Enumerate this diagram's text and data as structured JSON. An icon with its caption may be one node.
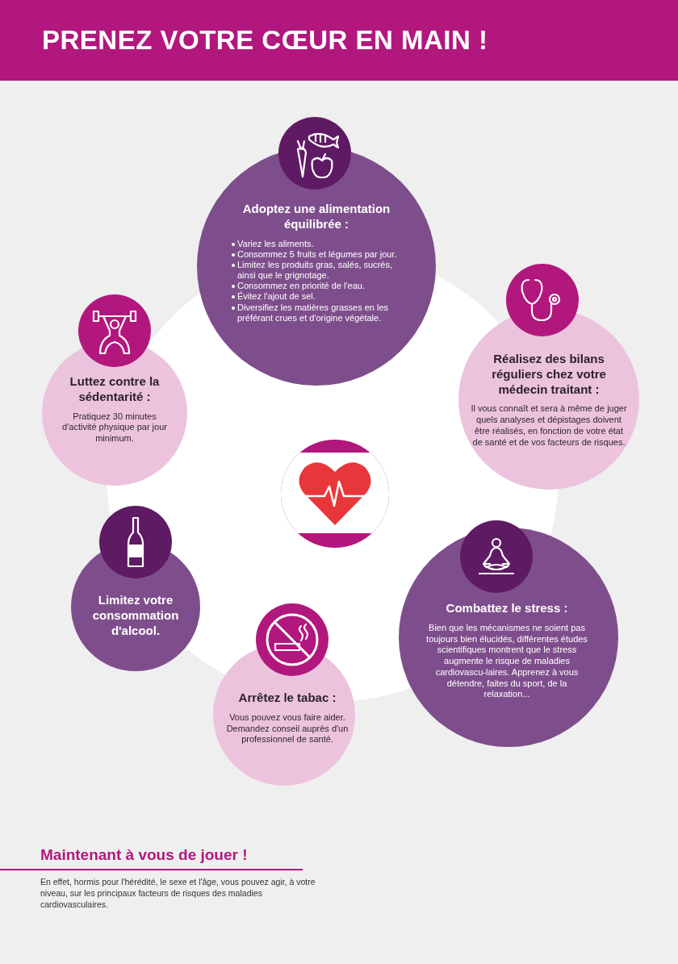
{
  "diagram": {
    "title": "PRENEZ VOTRE CŒUR EN MAIN !",
    "nodes": [
      {
        "text": [
          "Adoptez une alimentation équilibrée :",
          "Variez les aliments.",
          "Consommez 5 fruits et légumes par jour.",
          "Limitez les produits gras, salés, sucrés, ainsi que le grignotage.",
          "Consommez en priorité de l'eau.",
          "Évitez l'ajout de sel.",
          "Diversifiez les matières grasses en les préférant crues et d'origine végétale."
        ]
      },
      {
        "text": [
          "Luttez contre la sédentarité :",
          "Pratiquez 30 minutes d'activité physique par jour minimum."
        ]
      },
      {
        "text": [
          "Réalisez des bilans réguliers chez votre médecin traitant :",
          "Il vous connaît et sera à même de juger quels analyses et dépistages doivent être réalisés, en fonction de votre état de santé et de vos facteurs de risques."
        ]
      },
      {
        "text": [
          "Limitez votre consommation d'alcool."
        ]
      },
      {
        "text": [
          "Arrêtez le tabac :",
          "Vous pouvez vous faire aider. Demandez conseil auprès d'un professionnel de santé."
        ]
      },
      {
        "text": [
          "Combattez le stress :",
          "Bien que les mécanismes ne soient pas toujours bien élucidés, différentes études scientifiques montrent que le stress augmente le risque de maladies cardiovascu-laires. Apprenez à vous détendre, faites du sport, de la relaxation..."
        ]
      }
    ],
    "labels": [
      "Maintenant à vous de jouer !",
      "En effet, hormis pour l'hérédité, le sexe et l'âge, vous pouvez agir, à votre niveau, sur les principaux facteurs de risques des maladies cardiovasculaires."
    ]
  }
}
